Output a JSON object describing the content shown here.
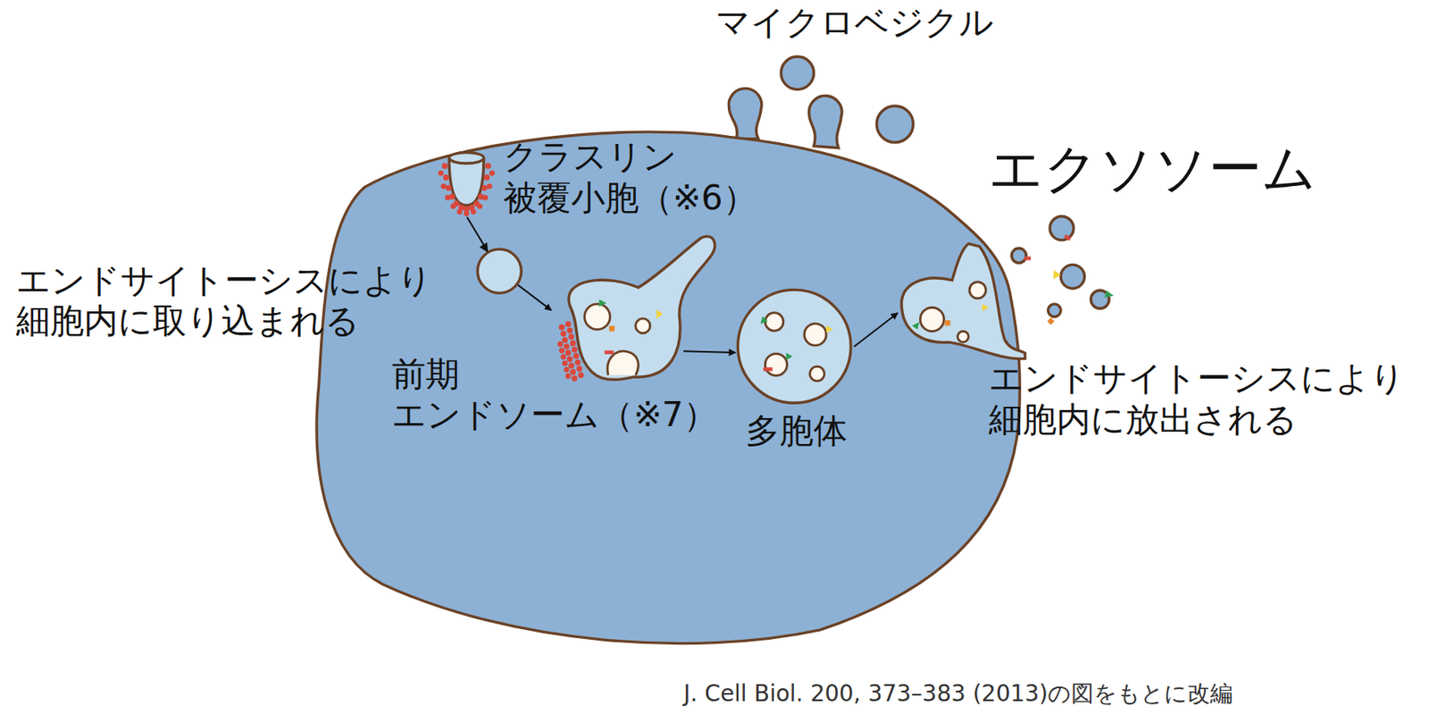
{
  "diagram": {
    "caption": "J. Cell Biol. 200, 373–383 (2013)の図をもとに改編",
    "nodes": [
      {
        "text": [
          "クラスリン 被覆小胞（※6）"
        ]
      },
      {
        "text": [
          "前期 エンドソーム（※7）"
        ]
      },
      {
        "text": [
          "多胞体"
        ]
      },
      {
        "text": [
          "エンドサイトーシスにより 細胞内に放出される"
        ]
      }
    ],
    "edges": [
      {
        "from": 0,
        "to": 1,
        "arrow": "to"
      },
      {
        "from": 1,
        "to": 2,
        "arrow": "to"
      },
      {
        "from": 2,
        "to": 3,
        "arrow": "to"
      }
    ],
    "labels": [
      "マイクロベジクル",
      "エクソソーム",
      "エンドサイトーシスにより 細胞内に取り込まれる"
    ]
  }
}
